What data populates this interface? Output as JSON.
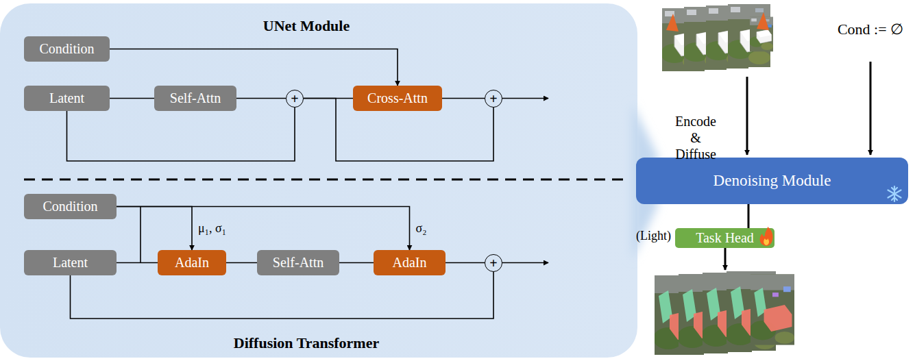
{
  "diagram": {
    "nodes": [
      {
        "text": [
          "UNet Module",
          "Diffusion Transformer"
        ]
      },
      {
        "text": [
          "Condition"
        ],
        "in": 0
      },
      {
        "text": [
          "Latent"
        ],
        "in": 0
      },
      {
        "text": [
          "Self-Attn"
        ],
        "in": 0
      },
      {
        "text": [
          "+"
        ],
        "in": 0
      },
      {
        "text": [
          "Cross-Attn"
        ],
        "in": 0
      },
      {
        "text": [
          "+"
        ],
        "in": 0
      },
      {
        "text": [
          "Condition"
        ],
        "in": 0
      },
      {
        "text": [
          "Latent"
        ],
        "in": 0
      },
      {
        "text": [
          "AdaIn"
        ],
        "in": 0
      },
      {
        "text": [
          "Self-Attn"
        ],
        "in": 0
      },
      {
        "text": [
          "AdaIn"
        ],
        "in": 0
      },
      {
        "text": [
          "+"
        ],
        "in": 0
      },
      {
        "text": [
          "Denoising Module"
        ]
      },
      {
        "text": [
          "Task Head"
        ]
      }
    ],
    "edges": [
      {
        "from": 2,
        "to": 3,
        "arrow": "none"
      },
      {
        "from": 3,
        "to": 4,
        "arrow": "none"
      },
      {
        "from": 2,
        "to": 4,
        "arrow": "none"
      },
      {
        "from": 4,
        "to": 5,
        "arrow": "none"
      },
      {
        "from": 1,
        "to": 5,
        "arrow": "to"
      },
      {
        "from": 5,
        "to": 6,
        "arrow": "none"
      },
      {
        "from": 4,
        "to": 6,
        "arrow": "none"
      },
      {
        "from": 8,
        "to": 9,
        "arrow": "none"
      },
      {
        "from": 7,
        "to": 9,
        "arrow": "to",
        "label": "μ₁, σ₁"
      },
      {
        "from": 9,
        "to": 10,
        "arrow": "none"
      },
      {
        "from": 10,
        "to": 11,
        "arrow": "none"
      },
      {
        "from": 7,
        "to": 11,
        "arrow": "to",
        "label": "σ₂"
      },
      {
        "from": 11,
        "to": 12,
        "arrow": "none"
      },
      {
        "from": 8,
        "to": 12,
        "arrow": "none"
      },
      {
        "from": 13,
        "to": 14,
        "arrow": "none"
      }
    ],
    "labels": [
      "Cond := ∅",
      "Encode & Diffuse",
      "(Light)"
    ]
  }
}
